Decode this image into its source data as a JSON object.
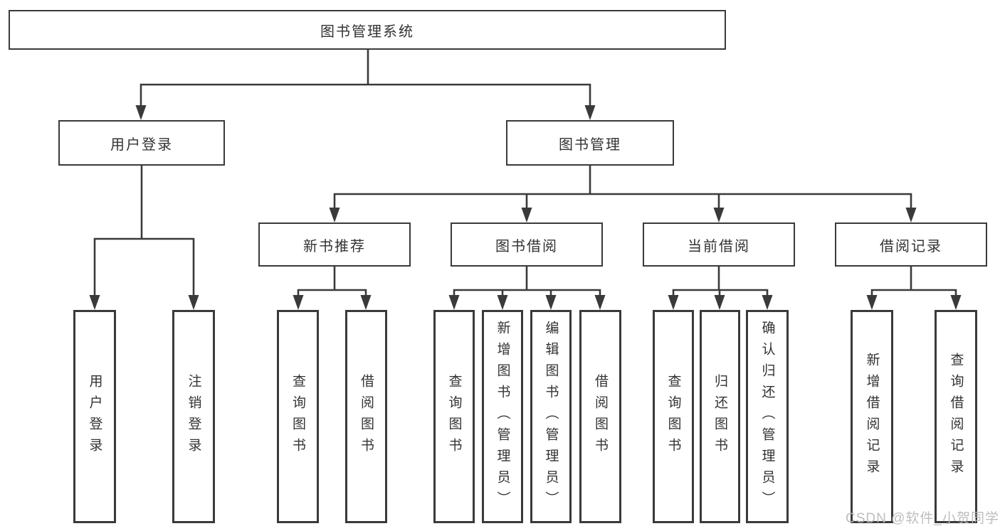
{
  "diagram_title": "图书管理系统",
  "tree": {
    "label": "图书管理系统",
    "children": [
      {
        "label": "用户登录",
        "children": [
          {
            "label": "用户登录"
          },
          {
            "label": "注销登录"
          }
        ]
      },
      {
        "label": "图书管理",
        "children": [
          {
            "label": "新书推荐",
            "children": [
              {
                "label": "查询图书"
              },
              {
                "label": "借阅图书"
              }
            ]
          },
          {
            "label": "图书借阅",
            "children": [
              {
                "label": "查询图书"
              },
              {
                "label": "新增图书（管理员）"
              },
              {
                "label": "编辑图书（管理员）"
              },
              {
                "label": "借阅图书"
              }
            ]
          },
          {
            "label": "当前借阅",
            "children": [
              {
                "label": "查询图书"
              },
              {
                "label": "归还图书"
              },
              {
                "label": "确认归还（管理员）"
              }
            ]
          },
          {
            "label": "借阅记录",
            "children": [
              {
                "label": "新增借阅记录"
              },
              {
                "label": "查询借阅记录"
              }
            ]
          }
        ]
      }
    ]
  },
  "colors": {
    "line": "#3a3a3a",
    "text": "#333333",
    "background": "#ffffff",
    "watermark_gray": "#b9b9b9"
  },
  "watermark": "CSDN @软件_小贺同学"
}
